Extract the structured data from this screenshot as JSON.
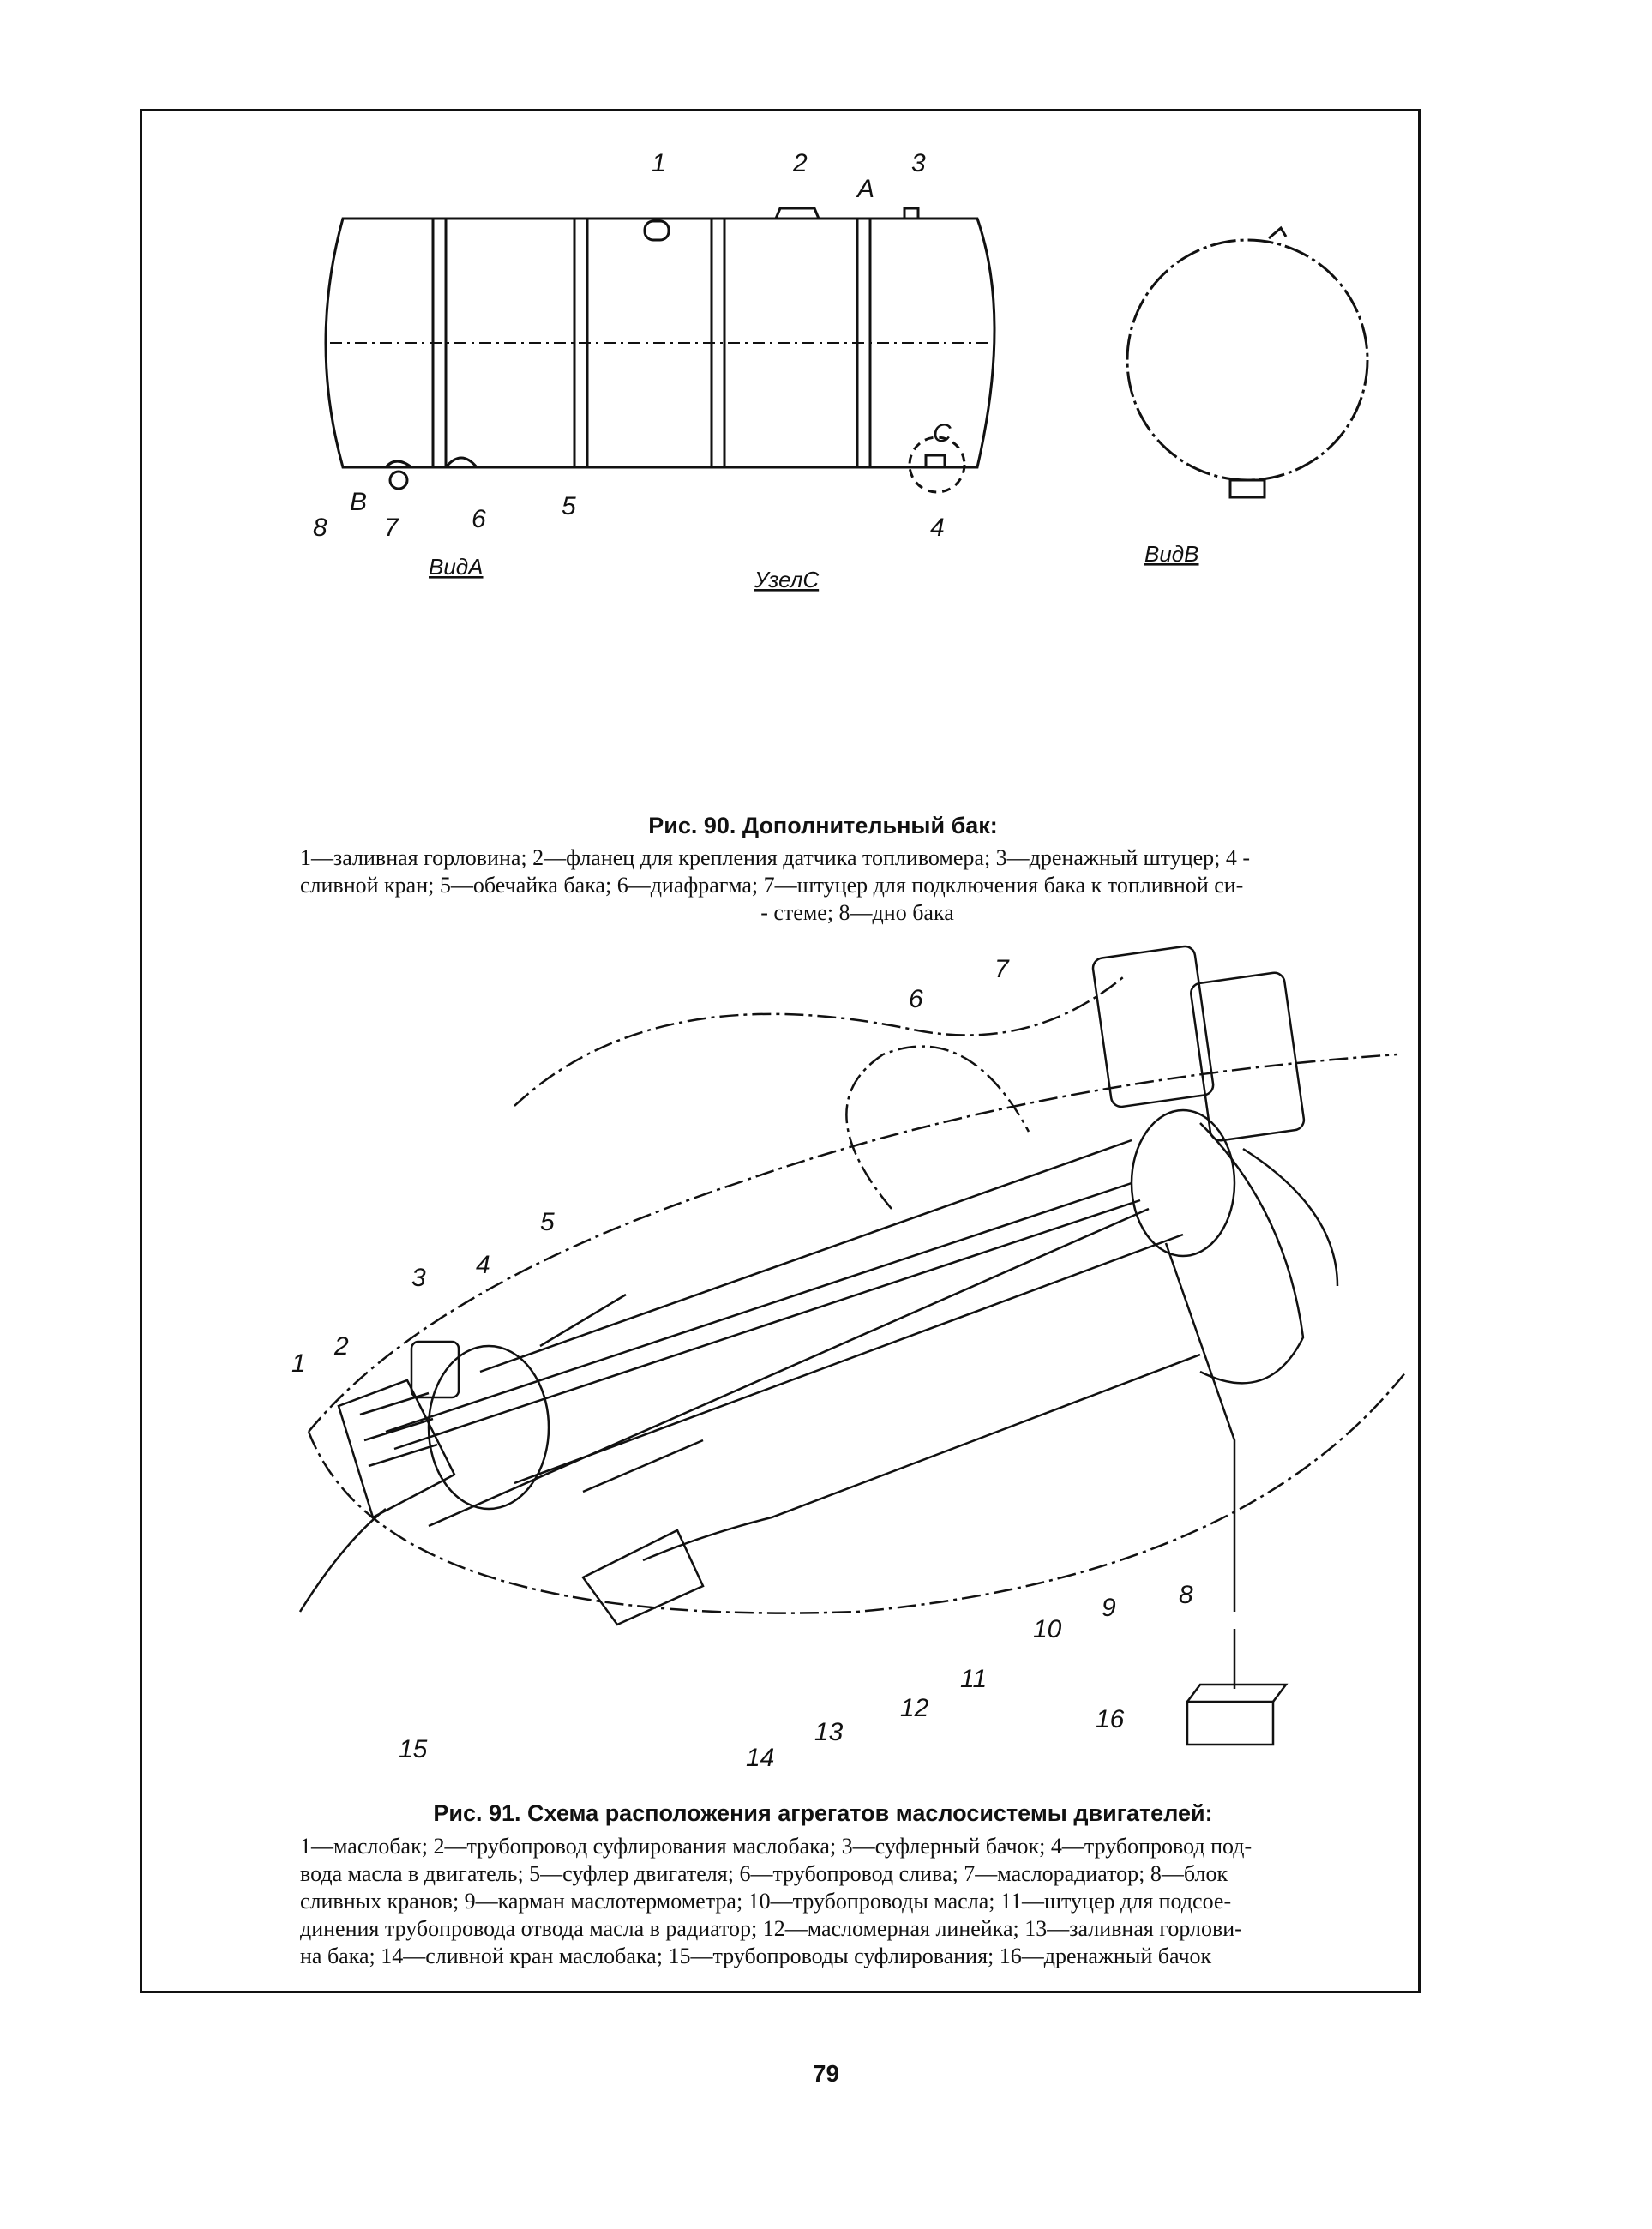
{
  "figure90": {
    "part_numbers": [
      "1",
      "2",
      "3",
      "4",
      "5",
      "6",
      "7",
      "8"
    ],
    "arrow_labels": {
      "a": "A",
      "b": "B",
      "c": "C"
    },
    "view_a": "ВидА",
    "node_c": "УзелС",
    "view_b": "ВидВ",
    "caption": "Рис. 90. Дополнительный бак:",
    "legend_lines": [
      "1—заливная горловина; 2—фланец для крепления датчика топливомера; 3—дренажный штуцер; 4 -",
      "сливной кран; 5—обечайка бака; 6—диафрагма; 7—штуцер для подключения бака к топливной си-",
      "- стеме; 8—дно бака"
    ]
  },
  "figure91": {
    "part_numbers": [
      "1",
      "2",
      "3",
      "4",
      "5",
      "6",
      "7",
      "8",
      "9",
      "10",
      "11",
      "12",
      "13",
      "14",
      "15",
      "16"
    ],
    "caption": "Рис. 91. Схема расположения агрегатов маслосистемы двигателей:",
    "legend_lines": [
      "1—маслобак; 2—трубопровод суфлирования маслобака; 3—суфлерный бачок; 4—трубопровод под-",
      "вода масла в двигатель; 5—суфлер двигателя; 6—трубопровод слива; 7—маслорадиатор; 8—блок",
      "сливных кранов; 9—карман маслотермометра; 10—трубопроводы масла; 11—штуцер для подсое-",
      "динения трубопровода отвода масла в радиатор; 12—масломерная линейка; 13—заливная горлови-",
      "на бака; 14—сливной кран маслобака; 15—трубопроводы суфлирования; 16—дренажный бачок"
    ]
  },
  "page_number": "79"
}
